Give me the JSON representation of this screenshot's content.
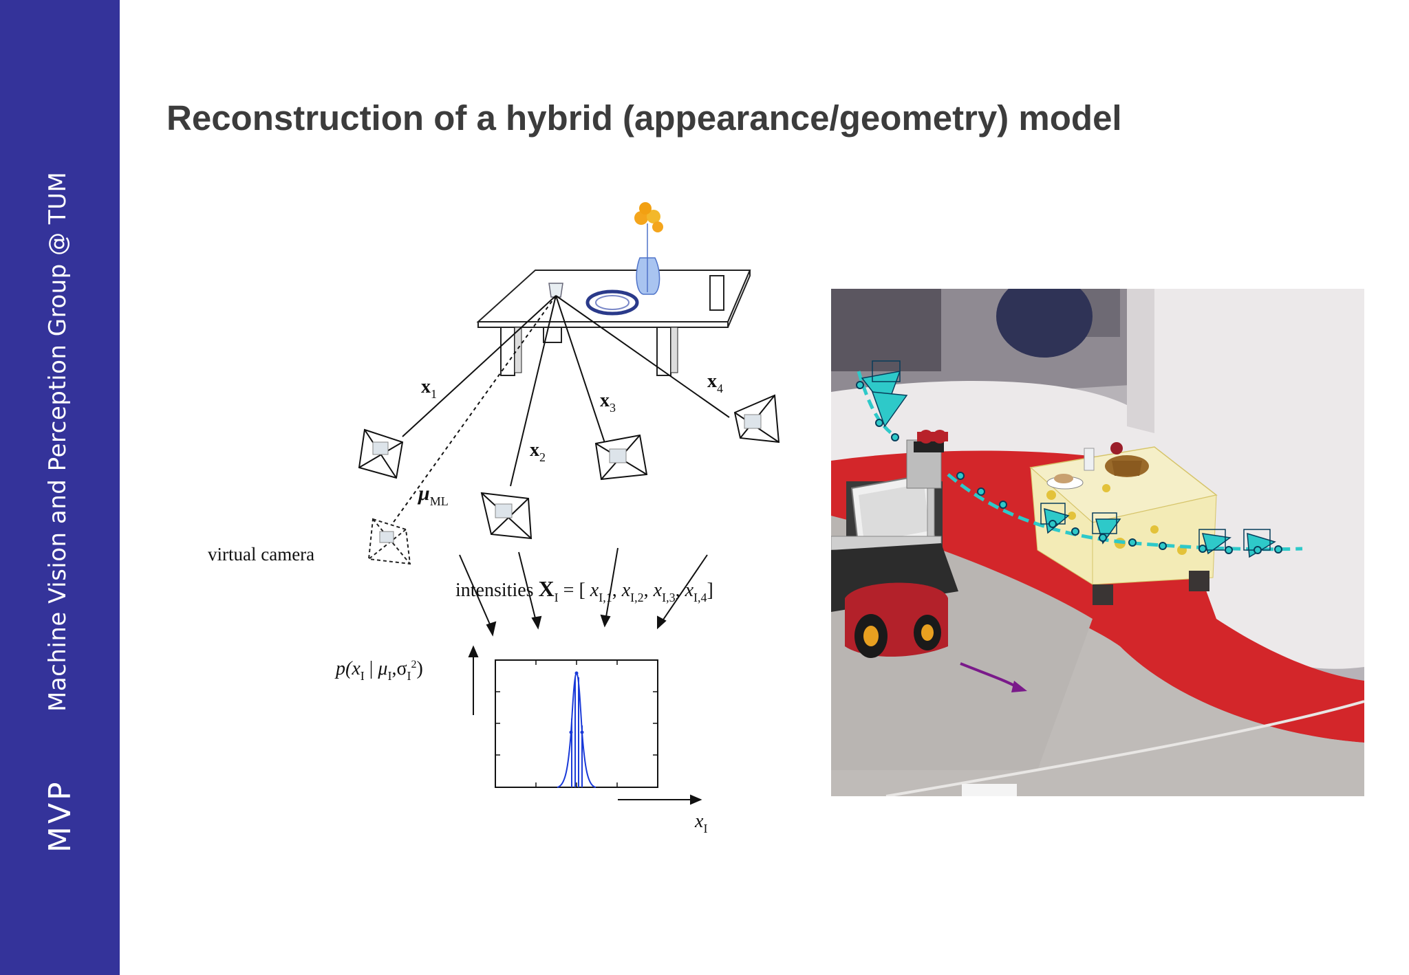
{
  "sidebar": {
    "group": "Machine Vision and Perception Group @ TUM",
    "abbrev": "MVP"
  },
  "slide": {
    "title": "Reconstruction of a hybrid (appearance/geometry) model"
  },
  "diagram": {
    "rays": {
      "x1": "x",
      "x1_sub": "1",
      "x2": "x",
      "x2_sub": "2",
      "x3": "x",
      "x3_sub": "3",
      "x4": "x",
      "x4_sub": "4"
    },
    "mu": "μ",
    "mu_sub": "ML",
    "virtual_camera": "virtual camera",
    "intensities": {
      "word": "intensities",
      "X": "X",
      "X_sub": "I",
      "eq": "= [",
      "e1": "x",
      "e1_sub": "I,1",
      "e2": "x",
      "e2_sub": "I,2",
      "e3": "x",
      "e3_sub": "I,3",
      "e4": "x",
      "e4_sub": "I,4",
      "close": "]",
      "sep": ","
    },
    "prob": {
      "p": "p(",
      "x": "x",
      "x_sub": "I",
      "bar": " | ",
      "mu": "μ",
      "mu_sub": "I",
      "comma": ",σ",
      "sigma_sub": "I",
      "sigma_sup": "2",
      "close": ")"
    },
    "axis": {
      "x": "x",
      "x_sub": "I"
    }
  },
  "colors": {
    "sidebar": "#34339a",
    "title": "#3c3c3c",
    "cyan": "#2ec9c9",
    "gaussian": "#1a3ad8",
    "floor_red": "#d3262a",
    "carpet": "#bfbbb8",
    "arrow_purple": "#7a1a8a"
  }
}
